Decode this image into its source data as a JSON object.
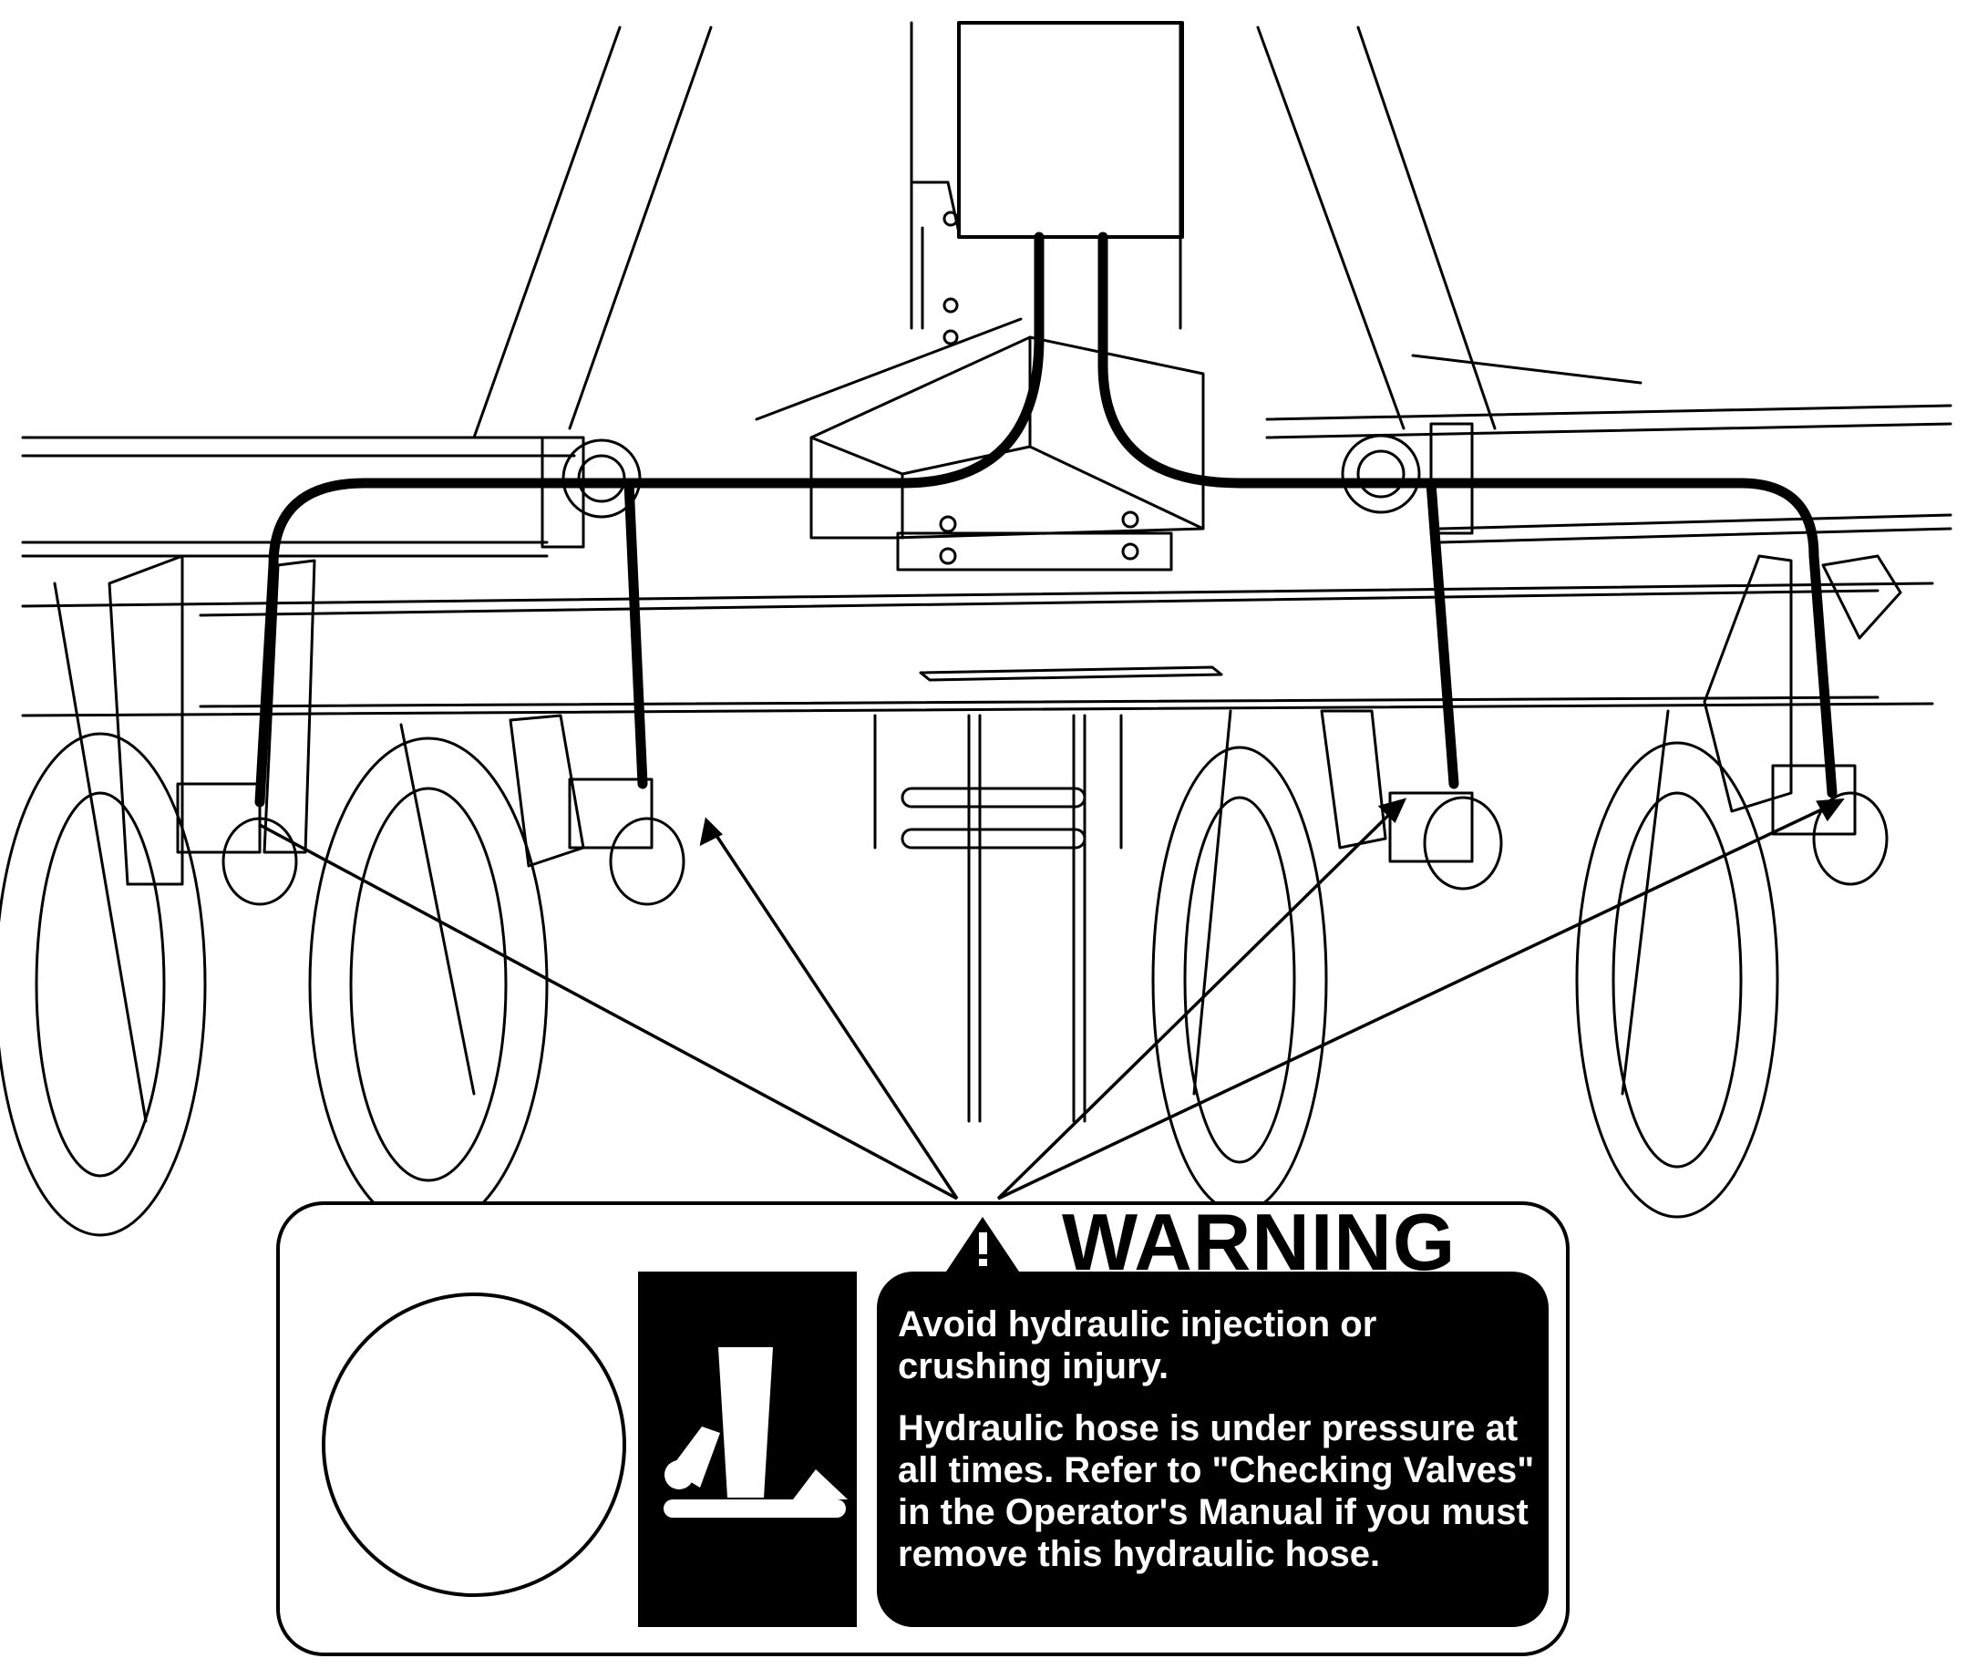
{
  "decal": {
    "signal_word": "WARNING",
    "message_1": "Avoid hydraulic injection or crushing injury.",
    "message_2": "Hydraulic hose is under pressure at all times. Refer to \"Checking Valves\" in the Operator's Manual if you must remove this hydraulic hose.",
    "icons": [
      "warning-triangle-icon",
      "crush-hazard-icon",
      "blank-circle"
    ]
  },
  "colors": {
    "ink": "#000000",
    "paper": "#ffffff"
  }
}
